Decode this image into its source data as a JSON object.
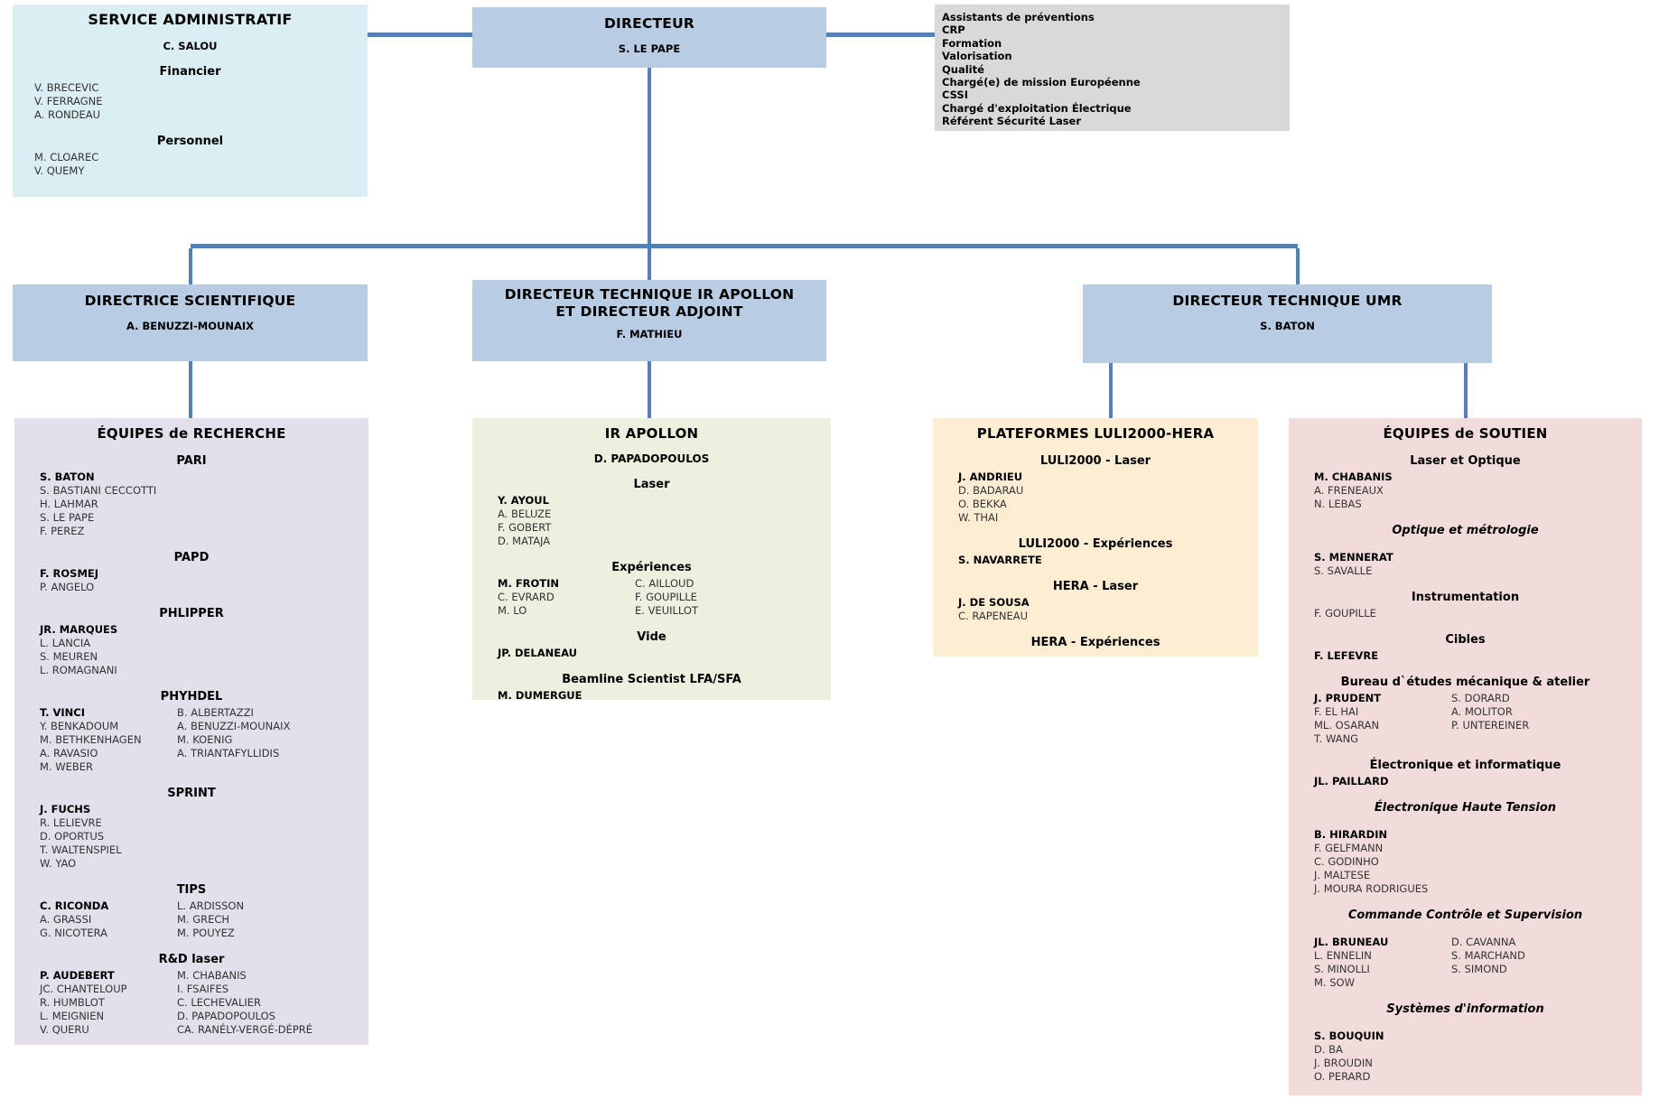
{
  "palette": {
    "connector": "#4f81bd",
    "director_box": "#b8cce4",
    "service_box": "#daeef3",
    "missions_box": "#d9d9d9",
    "recherche_box": "#e5dfec",
    "apollon_box": "#ebf1de",
    "plateformes_box": "#fdeed3",
    "soutien_box": "#f2dcdb"
  },
  "top": {
    "service": {
      "title": "SERVICE ADMINISTRATIF",
      "head": "C. SALOU",
      "sections": [
        {
          "heading": "Financier",
          "lead_bold": false,
          "cols": [
            [
              "V. BRECEVIC",
              "V. FERRAGNE",
              "A. RONDEAU"
            ]
          ]
        },
        {
          "heading": "Personnel",
          "lead_bold": false,
          "cols": [
            [
              "M. CLOAREC",
              "V. QUEMY"
            ]
          ]
        }
      ]
    },
    "directeur": {
      "title": "DIRECTEUR",
      "name": "S. LE PAPE"
    },
    "missions": [
      "Assistants de préventions",
      "CRP",
      "Formation",
      "Valorisation",
      "Qualité",
      "Chargé(e) de mission Européenne",
      "CSSI",
      "Chargé d'exploitation Électrique",
      "Référent Sécurité Laser"
    ]
  },
  "middle": {
    "directrice": {
      "title": "DIRECTRICE SCIENTIFIQUE",
      "name": "A. BENUZZI-MOUNAIX"
    },
    "dt_apollon": {
      "title": "DIRECTEUR TECHNIQUE IR APOLLON",
      "title2": "ET DIRECTEUR ADJOINT",
      "name": "F. MATHIEU"
    },
    "dt_umr": {
      "title": "DIRECTEUR TECHNIQUE UMR",
      "name": "S. BATON"
    }
  },
  "columns": {
    "recherche": {
      "title": "ÉQUIPES de RECHERCHE",
      "sections": [
        {
          "heading": "PARI",
          "cols": [
            [
              "S. BATON",
              "S. BASTIANI CECCOTTI",
              "H. LAHMAR",
              "S. LE PAPE",
              "F. PEREZ"
            ]
          ]
        },
        {
          "heading": "PAPD",
          "cols": [
            [
              "F. ROSMEJ",
              "P. ANGELO"
            ]
          ]
        },
        {
          "heading": "PHLIPPER",
          "cols": [
            [
              "JR. MARQUES",
              "L. LANCIA",
              "S. MEUREN",
              "L. ROMAGNANI"
            ]
          ]
        },
        {
          "heading": "PHYHDEL",
          "cols": [
            [
              "T. VINCI",
              "Y. BENKADOUM",
              "M. BETHKENHAGEN",
              "A. RAVASIO",
              "M. WEBER"
            ],
            [
              "B. ALBERTAZZI",
              "A. BENUZZI-MOUNAIX",
              "M. KOENIG",
              "A. TRIANTAFYLLIDIS"
            ]
          ]
        },
        {
          "heading": "SPRINT",
          "cols": [
            [
              "J. FUCHS",
              "R. LELIEVRE",
              "D. OPORTUS",
              "T. WALTENSPIEL",
              "W. YAO"
            ]
          ]
        },
        {
          "heading": "TIPS",
          "cols": [
            [
              "C. RICONDA",
              "A. GRASSI",
              "G. NICOTERA"
            ],
            [
              "L. ARDISSON",
              "M. GRECH",
              "M. POUYEZ"
            ]
          ]
        },
        {
          "heading": "R&D laser",
          "cols": [
            [
              "P. AUDEBERT",
              "JC. CHANTELOUP",
              "R. HUMBLOT",
              "L. MEIGNIEN",
              "V. QUERU"
            ],
            [
              "M. CHABANIS",
              "I. FSAIFES",
              "C. LECHEVALIER",
              "D. PAPADOPOULOS",
              "CA. RANÉLY-VERGÉ-DÉPRÉ"
            ]
          ]
        }
      ]
    },
    "apollon": {
      "title": "IR APOLLON",
      "head": "D. PAPADOPOULOS",
      "sections": [
        {
          "heading": "Laser",
          "cols": [
            [
              "Y. AYOUL",
              "A. BELUZE",
              "F. GOBERT",
              "D. MATAJA"
            ]
          ]
        },
        {
          "heading": "Expériences",
          "cols": [
            [
              "M. FROTIN",
              "C. EVRARD",
              "M. LO"
            ],
            [
              "C. AILLOUD",
              "F. GOUPILLE",
              "E. VEUILLOT"
            ]
          ]
        },
        {
          "heading": "Vide",
          "cols": [
            [
              "JP. DELANEAU"
            ]
          ]
        },
        {
          "heading": "Beamline Scientist LFA/SFA",
          "cols": [
            [
              "M. DUMERGUE"
            ]
          ]
        }
      ]
    },
    "plateformes": {
      "title": "PLATEFORMES LULI2000-HERA",
      "sections": [
        {
          "heading": "LULI2000 - Laser",
          "cols": [
            [
              "J. ANDRIEU",
              "D. BADARAU",
              "O. BEKKA",
              "W. THAI"
            ]
          ]
        },
        {
          "heading": "LULI2000 - Expériences",
          "cols": [
            [
              "S. NAVARRETE"
            ]
          ]
        },
        {
          "heading": "HERA - Laser",
          "cols": [
            [
              "J. DE SOUSA",
              "C. RAPENEAU"
            ]
          ]
        },
        {
          "heading": "HERA - Expériences",
          "cols": [
            []
          ]
        }
      ]
    },
    "soutien": {
      "title": "ÉQUIPES de SOUTIEN",
      "sections": [
        {
          "heading": "Laser et Optique",
          "cols": [
            [
              "M. CHABANIS",
              "A. FRENEAUX",
              "N. LEBAS"
            ]
          ]
        },
        {
          "heading": "Optique et métrologie",
          "italic": true,
          "cols": [
            [
              "S. MENNERAT",
              "S. SAVALLE"
            ]
          ]
        },
        {
          "heading": "Instrumentation",
          "lead_bold": false,
          "cols": [
            [
              "F. GOUPILLE"
            ]
          ]
        },
        {
          "heading": "Cibles",
          "cols": [
            [
              "F. LEFEVRE"
            ]
          ]
        },
        {
          "heading": "Bureau d`études mécanique & atelier",
          "cols": [
            [
              "J. PRUDENT",
              "F. EL HAI",
              "ML. OSARAN",
              "T. WANG"
            ],
            [
              "S. DORARD",
              "A. MOLITOR",
              "P. UNTEREINER"
            ]
          ]
        },
        {
          "heading": "Électronique et informatique",
          "cols": [
            [
              "JL. PAILLARD"
            ]
          ]
        },
        {
          "heading": "Électronique Haute Tension",
          "italic": true,
          "cols": [
            [
              "B. HIRARDIN",
              "F. GELFMANN",
              "C. GODINHO",
              "J. MALTESE",
              "J. MOURA RODRIGUES"
            ]
          ]
        },
        {
          "heading": "Commande Contrôle et Supervision",
          "italic": true,
          "cols": [
            [
              "JL. BRUNEAU",
              "L. ENNELIN",
              "S. MINOLLI",
              "M. SOW"
            ],
            [
              "D. CAVANNA",
              "S. MARCHAND",
              "S. SIMOND"
            ]
          ]
        },
        {
          "heading": "Systèmes d'information",
          "italic": true,
          "cols": [
            [
              "S. BOUQUIN",
              "D. BA",
              "J. BROUDIN",
              "O. PERARD"
            ]
          ]
        }
      ]
    }
  }
}
